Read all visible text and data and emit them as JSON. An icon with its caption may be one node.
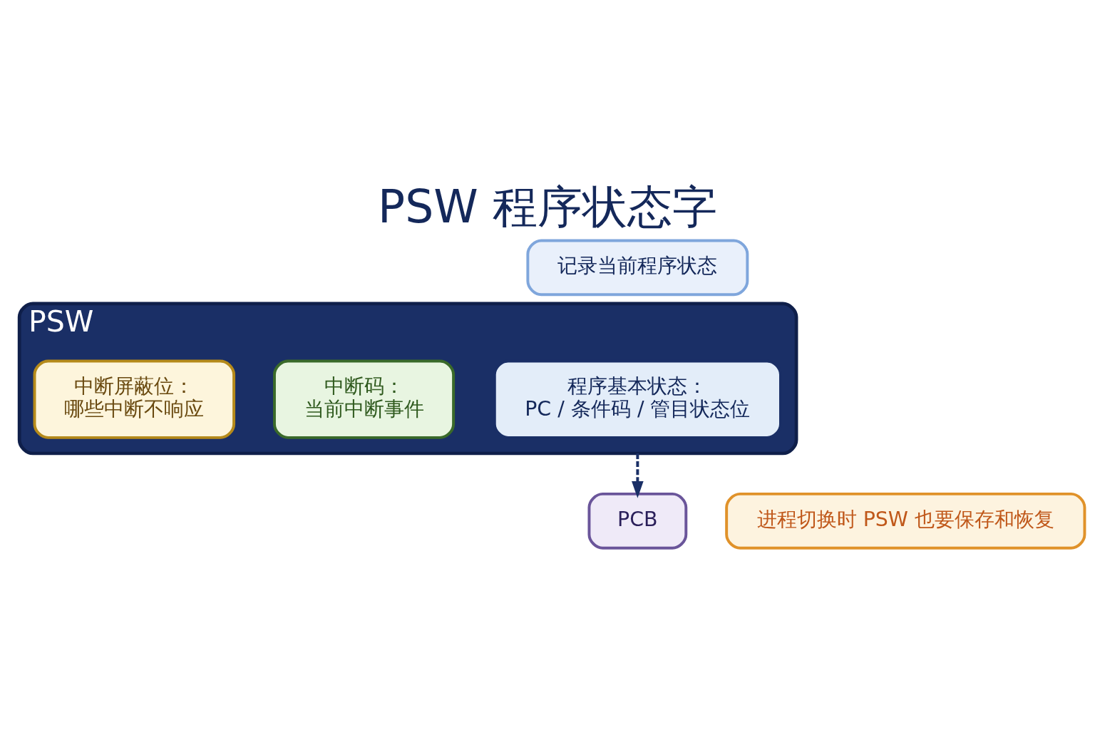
{
  "diagram": {
    "title": "PSW 程序状态字",
    "nodes": [
      {
        "text": [
          "记录当前程序状态"
        ]
      },
      {
        "text": [
          "PSW"
        ]
      },
      {
        "text": [
          "程序基本状态：",
          "PC / 条件码 / 管目状态位"
        ],
        "in": 1
      },
      {
        "text": [
          "中断码：",
          "当前中断事件"
        ],
        "in": 1
      },
      {
        "text": [
          "中断屏蔽位：",
          "哪些中断不响应"
        ],
        "in": 1
      },
      {
        "text": [
          "PCB"
        ]
      },
      {
        "text": [
          "进程切换时 PSW 也要保存和恢复"
        ]
      }
    ],
    "edges": [
      {
        "from": 1,
        "to": 5,
        "arrow": "to",
        "style": "dashed"
      }
    ]
  }
}
